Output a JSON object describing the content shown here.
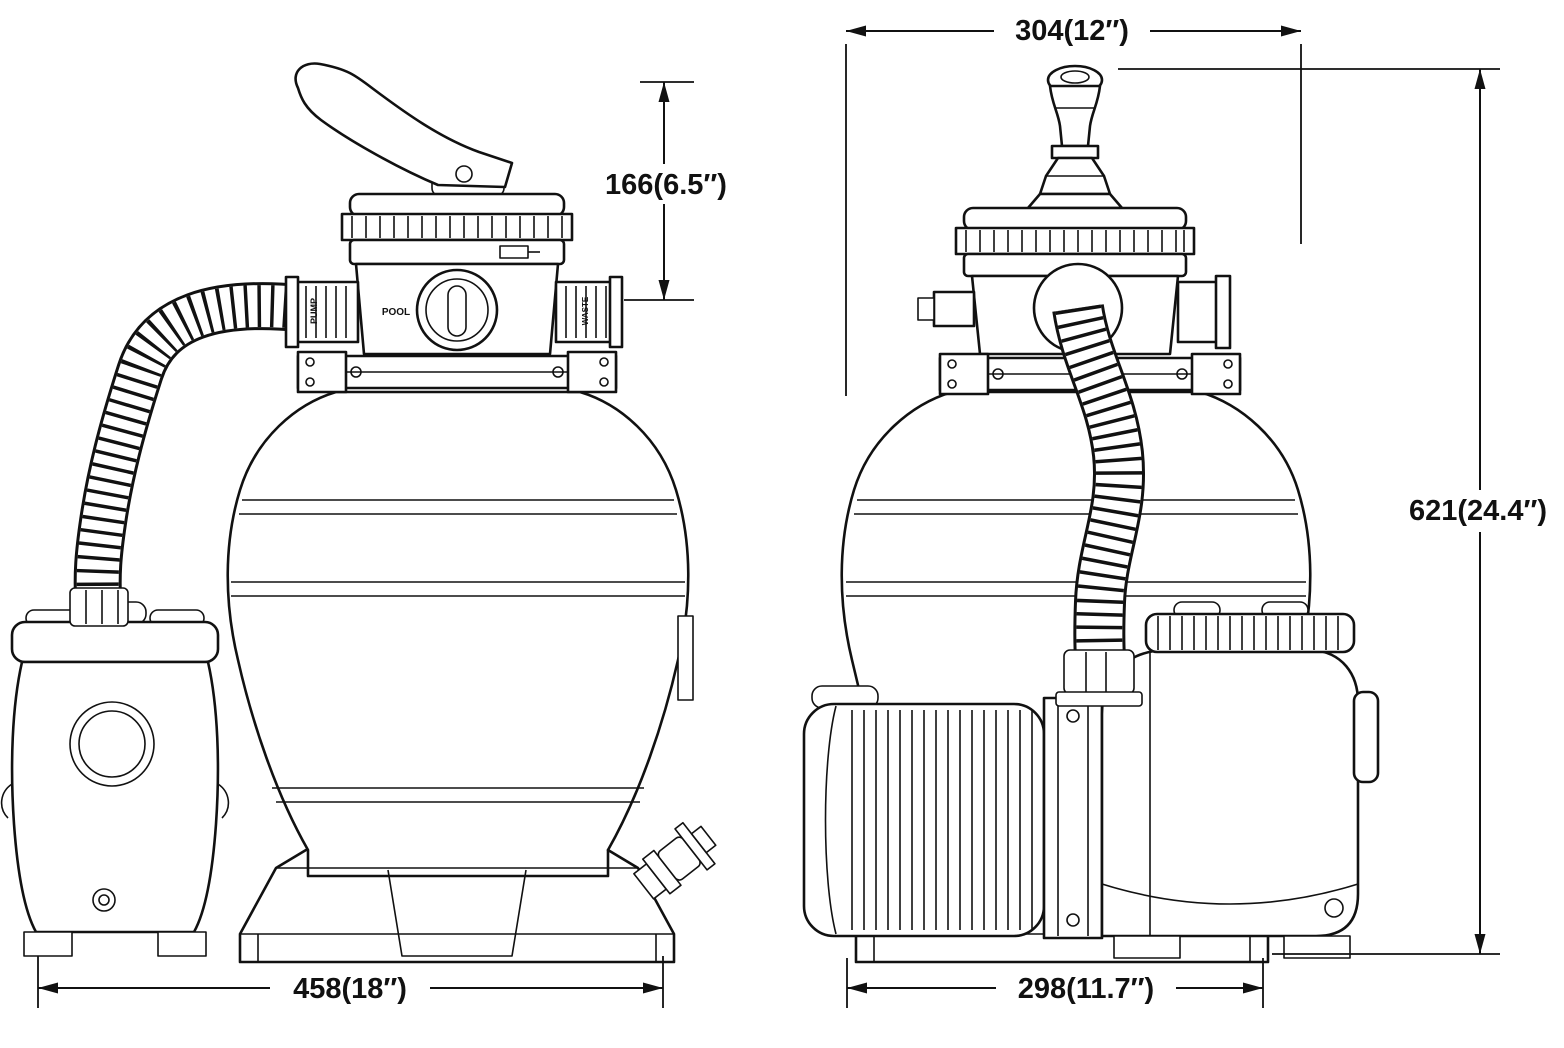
{
  "drawing": {
    "background": "#ffffff",
    "line_color": "#111111",
    "front_view": {
      "dim_valve_height": "166(6.5″)",
      "dim_base_width": "458(18″)",
      "valve_port_left": "PUMP",
      "valve_center": "POOL",
      "valve_port_right": "WASTE"
    },
    "side_view": {
      "dim_top_width": "304(12″)",
      "dim_overall_height": "621(24.4″)",
      "dim_base_width": "298(11.7″)"
    }
  }
}
